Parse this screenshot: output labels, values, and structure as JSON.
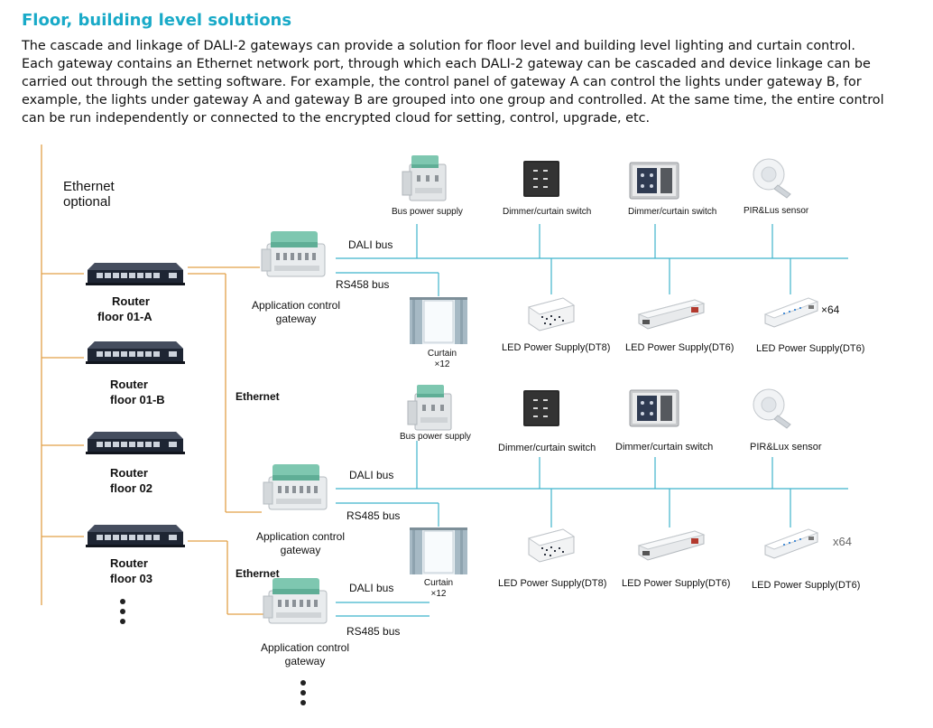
{
  "title": "Floor, building level solutions",
  "description": [
    "The cascade and linkage of DALI-2 gateways can provide a solution for floor level and building level lighting and curtain control.",
    "Each gateway contains an Ethernet network port, through which each DALI-2 gateway can be cascaded and device linkage can be",
    "carried out through the setting software. For example, the control panel of gateway A can control the lights under gateway B, for",
    "example, the lights under gateway A and gateway B are grouped into one group and controlled. At the same time, the entire control",
    "can be run independently or connected to the encrypted cloud for setting, control, upgrade, etc."
  ],
  "diagram": {
    "ethernet_optional": [
      "Ethernet",
      "optional"
    ],
    "routers": [
      {
        "line1": "Router",
        "line2": "floor 01-A"
      },
      {
        "line1": "Router",
        "line2": "floor 01-B"
      },
      {
        "line1": "Router",
        "line2": "floor 02"
      },
      {
        "line1": "Router",
        "line2": "floor 03"
      }
    ],
    "ethernet_label": "Ethernet",
    "gateway_label": [
      "Application control",
      "gateway"
    ],
    "dali_bus": "DALI bus",
    "rs_bus_1": "RS458 bus",
    "rs_bus_2": "RS485  bus",
    "rs_bus_3": "RS485 bus",
    "curtain": [
      "Curtain",
      "×12"
    ],
    "group1": {
      "bus_power_supply": "Bus power supply",
      "dimmer_1": "Dimmer/curtain switch",
      "dimmer_2": "Dimmer/curtain switch",
      "sensor": "PIR&Lus sensor",
      "led_1": "LED Power Supply(DT8)",
      "led_2": "LED Power Supply(DT6)",
      "led_3": "LED Power Supply(DT6)",
      "multiplier": "×64"
    },
    "group2": {
      "bus_power_supply": "Bus power supply",
      "dimmer_1": "Dimmer/curtain switch",
      "dimmer_2": "Dimmer/curtain switch",
      "sensor": "PIR&Lux sensor",
      "led_1": "LED Power Supply(DT8)",
      "led_2": "LED Power Supply(DT6)",
      "led_3": "LED Power Supply(DT6)",
      "multiplier": "x64"
    },
    "colors": {
      "title": "#19aac8",
      "ethernet_line": "#e2a048",
      "bus_line": "#3fb3cc"
    }
  }
}
